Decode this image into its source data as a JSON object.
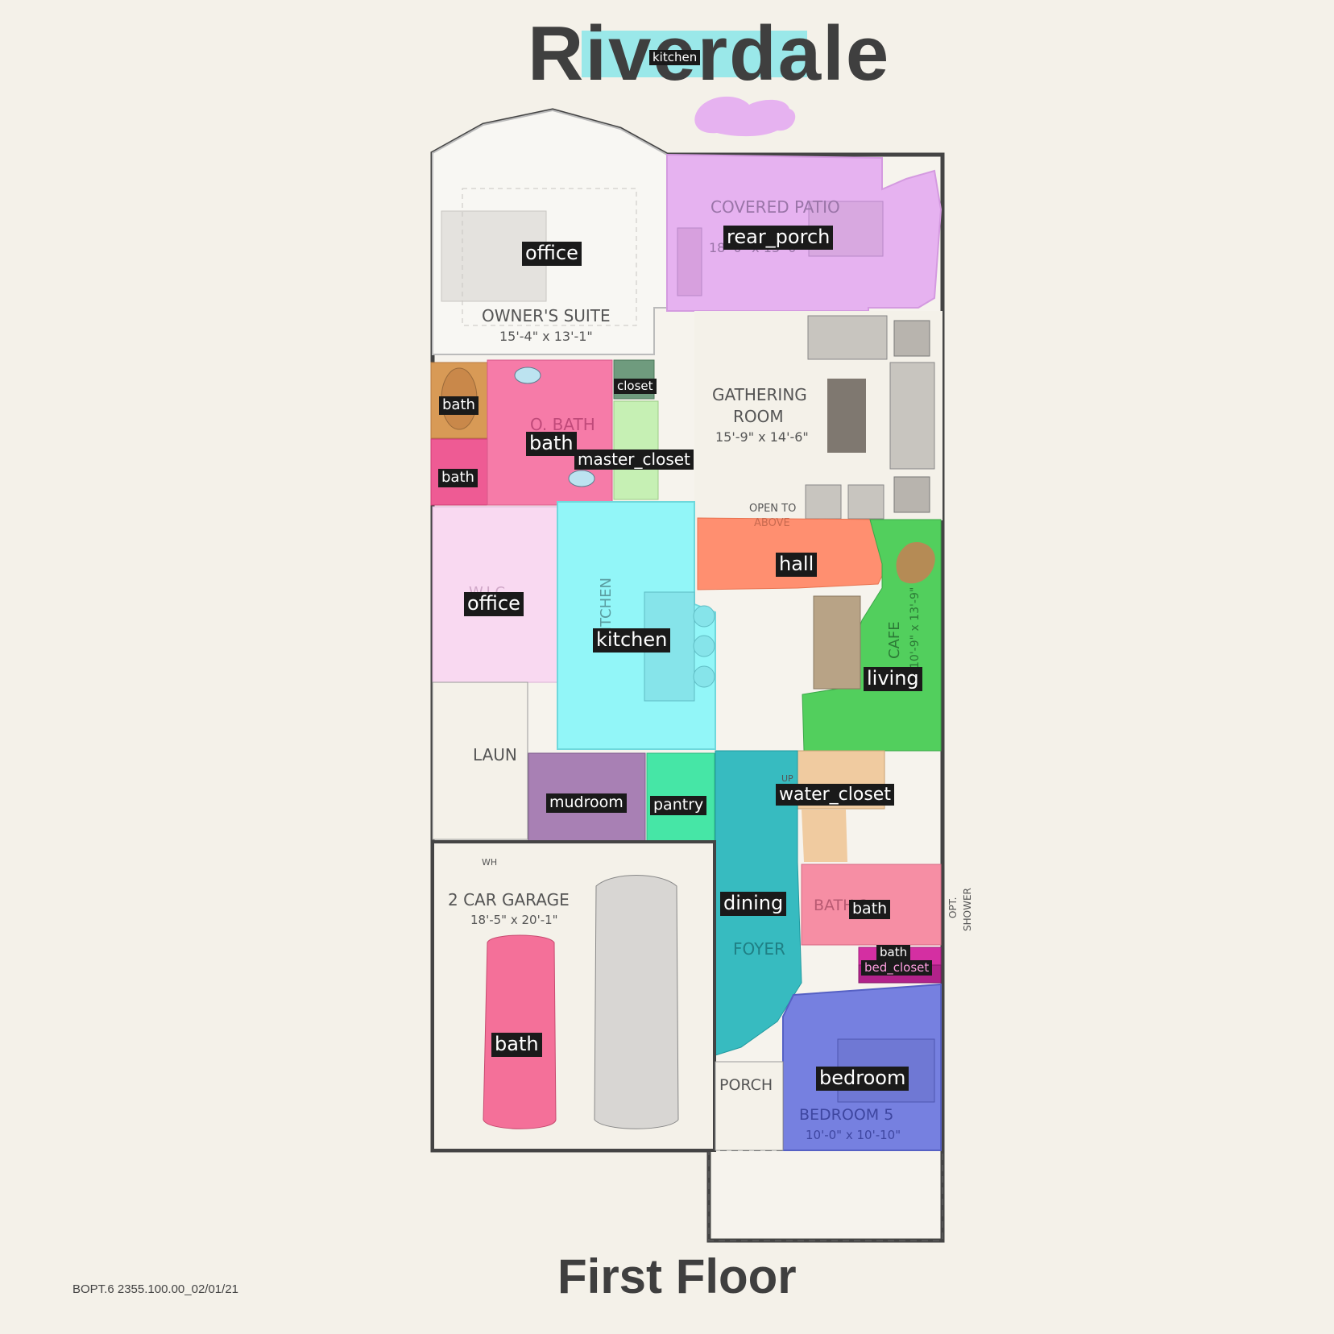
{
  "title": "Riverdale",
  "subtitle": "First Floor",
  "plan_code": "BOPT.6 2355.100.00_02/01/21",
  "rooms": {
    "owners_suite": {
      "name": "OWNER'S SUITE",
      "dims": "15'-4\" x 13'-1\""
    },
    "covered_patio": {
      "name": "COVERED PATIO",
      "dims": "18'-0\" x 13'-0\""
    },
    "gathering_room": {
      "name_1": "GATHERING",
      "name_2": "ROOM",
      "dims": "15'-9\" x 14'-6\""
    },
    "o_bath": {
      "name": "O. BATH"
    },
    "wic": {
      "name": "W.I.C."
    },
    "kitchen": {
      "name": "KITCHEN"
    },
    "cafe": {
      "name": "CAFE",
      "dims": "10'-9\" x 13'-9\""
    },
    "open_to_above": {
      "line_1": "OPEN TO",
      "line_2": "ABOVE"
    },
    "laundry": {
      "name": "LAUN"
    },
    "garage": {
      "name": "2 CAR GARAGE",
      "dims": "18'-5\" x 20'-1\""
    },
    "water_heater": {
      "name": "WH"
    },
    "foyer": {
      "name": "FOYER"
    },
    "porch": {
      "name": "PORCH"
    },
    "bath_2": {
      "name": "BATH 2"
    },
    "opt_shower": {
      "line_1": "OPT.",
      "line_2": "SHOWER"
    },
    "bedroom_5": {
      "name": "BEDROOM 5",
      "dims": "10'-0\" x 10'-10\""
    },
    "stair": {
      "label": "UP"
    }
  },
  "annotations": [
    {
      "label": "kitchen",
      "color": "#5ee3ea"
    },
    {
      "label": "office",
      "color": "#f7f6f2"
    },
    {
      "label": "rear_porch",
      "color": "#e6aaf2"
    },
    {
      "label": "bath",
      "color": "#d99350"
    },
    {
      "label": "closet",
      "color": "#6f9a7c"
    },
    {
      "label": "bath",
      "color": "#f47aa8"
    },
    {
      "label": "master_closet",
      "color": "#c4f0b2"
    },
    {
      "label": "bath",
      "color": "#ec5d96"
    },
    {
      "label": "office",
      "color": "#f9d8f0"
    },
    {
      "label": "hall",
      "color": "#ff8c6a"
    },
    {
      "label": "kitchen",
      "color": "#8ef7f8"
    },
    {
      "label": "living",
      "color": "#4fcf5c"
    },
    {
      "label": "mudroom",
      "color": "#a07ab0"
    },
    {
      "label": "pantry",
      "color": "#44e6a5"
    },
    {
      "label": "water_closet",
      "color": "#f0c898"
    },
    {
      "label": "dining",
      "color": "#36bcc0"
    },
    {
      "label": "bath",
      "color": "#f888a0"
    },
    {
      "label": "bath",
      "color": "#d12fa0"
    },
    {
      "label": "bed_closet",
      "color": "#b0208a"
    },
    {
      "label": "bath",
      "color": "#f56e9a"
    },
    {
      "label": "bedroom",
      "color": "#6f7be0"
    }
  ]
}
